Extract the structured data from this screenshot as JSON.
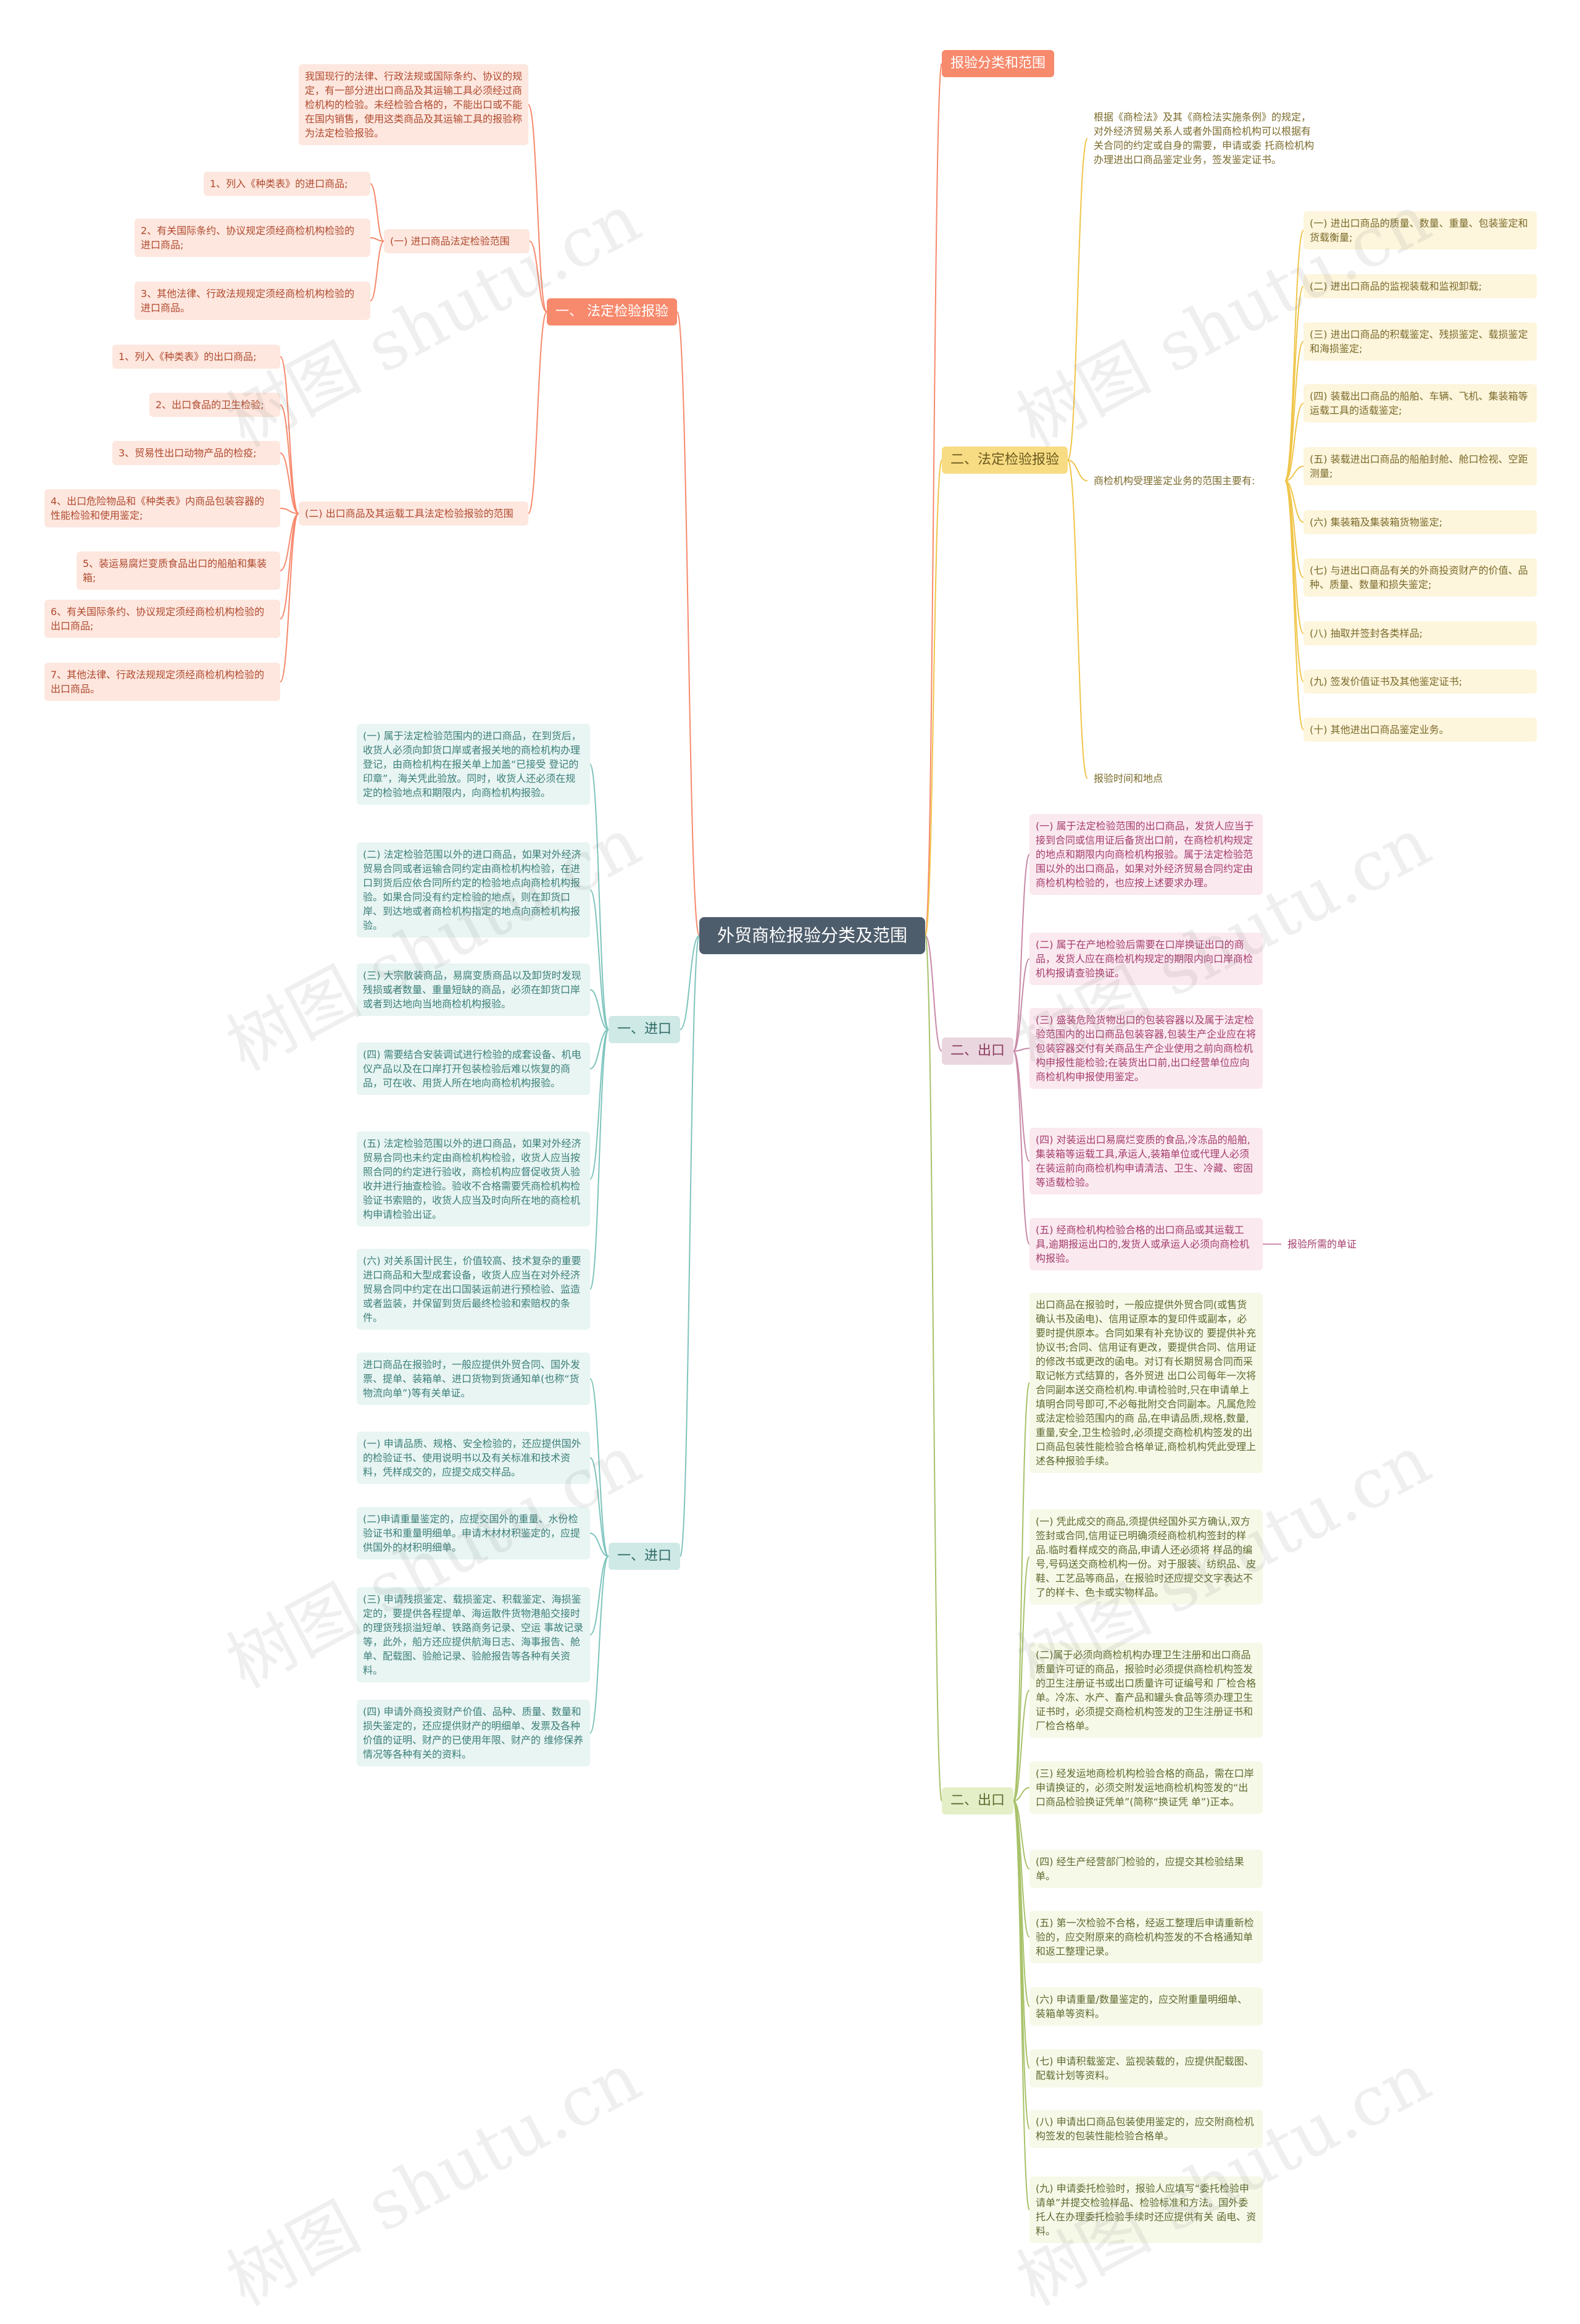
{
  "root": "外贸商检报验分类及范围",
  "watermark": "树图 shutu.cn",
  "colors": {
    "red": "#f7896c",
    "yellow": "#f0c54a",
    "pink": "#c98aa7",
    "green": "#a8c26a",
    "teal": "#7fc4bd"
  },
  "left": {
    "legal_inspection": {
      "label": "一、 法定检验报验",
      "intro": "我国现行的法律、行政法规或国际条约、协议的规定，有一部分进出口商品及其运输工具必须经过商检机构的检验。未经检验合格的，不能出口或不能在国内销售，使用这类商品及其运输工具的报验称为法定检验报验。",
      "import_group": {
        "label": "(一) 进口商品法定检验范围",
        "items": [
          "1、列入《种类表》的进口商品;",
          "2、有关国际条约、协议规定须经商检机构检验的进口商品;",
          "3、其他法律、行政法规规定须经商检机构检验的进口商品。"
        ]
      },
      "export_group": {
        "label": "(二) 出口商品及其运载工具法定检验报验的范围",
        "items": [
          "1、列入《种类表》的出口商品;",
          "2、出口食品的卫生检验;",
          "3、贸易性出口动物产品的检疫;",
          "4、出口危险物品和《种类表》内商品包装容器的性能检验和使用鉴定;",
          "5、装运易腐烂变质食品出口的船舶和集装箱;",
          "6、有关国际条约、协议规定须经商检机构检验的出口商品;",
          "7、其他法律、行政法规规定须经商检机构检验的出口商品。"
        ]
      }
    },
    "import1": {
      "label": "一、进口",
      "items": [
        "(一) 属于法定检验范围内的进口商品，在到货后，收货人必须向卸货口岸或者报关地的商检机构办理登记，由商检机构在报关单上加盖“已接受 登记的印章”，海关凭此验放。同时，收货人还必须在规定的检验地点和期限内，向商检机构报验。",
        "(二) 法定检验范围以外的进口商品，如果对外经济贸易合同或者运输合同约定由商检机构检验，在进口到货后应依合同所约定的检验地点向商检机构报验。如果合同没有约定检验的地点，则在卸货口岸、到达地或者商检机构指定的地点向商检机构报验。",
        "(三) 大宗散装商品，易腐变质商品以及卸货时发现残损或者数量、重量短缺的商品，必须在卸货口岸或者到达地向当地商检机构报验。",
        "(四) 需要结合安装调试进行检验的成套设备、机电仪产品以及在口岸打开包装检验后难以恢复的商品，可在收、用货人所在地向商检机构报验。",
        "(五) 法定检验范围以外的进口商品，如果对外经济贸易合同也未约定由商检机构检验，收货人应当按照合同的约定进行验收，商检机构应督促收货人验收并进行抽查检验。验收不合格需要凭商检机构检验证书索赔的，收货人应当及时向所在地的商检机构申请检验出证。",
        "(六) 对关系国计民生，价值较高、技术复杂的重要进口商品和大型成套设备，收货人应当在对外经济贸易合同中约定在出口国装运前进行预检验、监造或者监装，并保留到货后最终检验和索赔权的条件。"
      ]
    },
    "import2": {
      "label": "一、进口",
      "items": [
        "进口商品在报验时，一般应提供外贸合同、国外发票、提单、装箱单、进口货物到货通知单(也称“货物流向单”)等有关单证。",
        "(一) 申请品质、规格、安全检验的，还应提供国外的检验证书、使用说明书以及有关标准和技术资料，凭样成交的，应提交成交样品。",
        "(二)申请重量鉴定的，应提交国外的重量、水份检验证书和重量明细单。申请木材材积鉴定的，应提供国外的材积明细单。",
        "(三) 申请残损鉴定、载损鉴定、积载鉴定、海损鉴定的，要提供各程提单、海运散件货物港船交接时的理货残损溢短单、铁路商务记录、空运 事故记录等，此外，船方还应提供航海日志、海事报告、舱单、配载图、验舱记录、验舱报告等各种有关资料。",
        "(四) 申请外商投资财产价值、品种、质量、数量和损失鉴定的，还应提供财产的明细单、发票及各种价值的证明、财产的已使用年限、财产的 维修保养情况等各种有关的资料。"
      ]
    }
  },
  "right": {
    "scope": {
      "label": "报验分类和范围"
    },
    "legal2": {
      "label": "二、法定检验报验",
      "intro": "根据《商检法》及其《商检法实施条例》的规定，对外经济贸易关系人或者外国商检机构可以根据有关合同的约定或自身的需要，申请或委 托商检机构办理进出口商品鉴定业务，签发鉴定证书。",
      "scope_label": "商检机构受理鉴定业务的范围主要有:",
      "items": [
        "(一) 进出口商品的质量、数量、重量、包装鉴定和货载衡量;",
        "(二) 进出口商品的监视装载和监视卸载;",
        "(三) 进出口商品的积载鉴定、残损鉴定、载损鉴定和海损鉴定;",
        "(四) 装载出口商品的船舶、车辆、飞机、集装箱等运载工具的适载鉴定;",
        "(五) 装载进出口商品的船舶封舱、舱口检视、空距测量;",
        "(六) 集装箱及集装箱货物鉴定;",
        "(七) 与进出口商品有关的外商投资财产的价值、品种、质量、数量和损失鉴定;",
        "(八) 抽取并签封各类样品;",
        "(九) 签发价值证书及其他鉴定证书;",
        "(十) 其他进出口商品鉴定业务。"
      ],
      "time_place": "报验时间和地点"
    },
    "export1": {
      "label": "二、出口",
      "items": [
        "(一) 属于法定检验范围的出口商品，发货人应当于接到合同或信用证后备货出口前，在商检机构规定的地点和期限内向商检机构报验。属于法定检验范围以外的出口商品，如果对外经济贸易合同约定由商检机构检验的，也应按上述要求办理。",
        "(二) 属于在产地检验后需要在口岸换证出口的商品，发货人应在商检机构规定的期限内向口岸商检机构报请查验换证。",
        "(三) 盛装危险货物出口的包装容器以及属于法定检验范围内的出口商品包装容器,包装生产企业应在将包装容器交付有关商品生产企业使用之前向商检机构申报性能检验;在装货出口前,出口经营单位应向商检机构申报使用鉴定。",
        "(四) 对装运出口易腐烂变质的食品,冷冻品的船舶,集装箱等运载工具,承运人,装箱单位或代理人必须在装运前向商检机构申请清洁、卫生、冷藏、密固等适载检验。",
        "(五) 经商检机构检验合格的出口商品或其运载工具,逾期报运出口的,发货人或承运人必须向商检机构报验。"
      ],
      "docs_label": "报验所需的单证"
    },
    "export2": {
      "label": "二、出口",
      "items": [
        "出口商品在报验时，一般应提供外贸合同(或售货确认书及函电)、信用证原本的复印件或副本，必要时提供原本。合同如果有补充协议的 要提供补充协议书;合同、信用证有更改，要提供合同、信用证的修改书或更改的函电。对订有长期贸易合同而采取记帐方式结算的，各外贸进 出口公司每年一次将合同副本送交商检机构.申请检验时,只在申请单上填明合同号即可,不必每批附交合同副本。凡属危险或法定检验范围内的商 品,在申请品质,规格,数量,重量,安全,卫生检验时,必须提交商检机构签发的出口商品包装性能检验合格单证,商检机构凭此受理上述各种报验手续。",
        "(一) 凭此成交的商品,须提供经国外买方确认,双方签封或合同,信用证已明确须经商检机构签封的样品.临时看样成交的商品,申请人还必须将 样品的编号,号码送交商检机构一份。对于服装、纺织品、皮鞋、工艺品等商品，在报验时还应提交文字表达不了的样卡、色卡或实物样品。",
        "(二)属于必须向商检机构办理卫生注册和出口商品质量许可证的商品，报验时必须提供商检机构签发的卫生注册证书或出口质量许可证编号和 厂检合格单。冷冻、水产、畜产品和罐头食品等须办理卫生证书时，必须提交商检机构签发的卫生注册证书和厂检合格单。",
        "(三) 经发运地商检机构检验合格的商品，需在口岸申请换证的，必须交附发运地商检机构签发的“出口商品检验换证凭单”(简称“换证凭 单”)正本。",
        "(四) 经生产经营部门检验的，应提交其检验结果单。",
        "(五) 第一次检验不合格，经返工整理后申请重新检验的，应交附原来的商检机构签发的不合格通知单和返工整理记录。",
        "(六) 申请重量/数量鉴定的，应交附重量明细单、装箱单等资料。",
        "(七) 申请积载鉴定、监视装载的，应提供配载图、配载计划等资料。",
        "(八) 申请出口商品包装使用鉴定的，应交附商检机构签发的包装性能检验合格单。",
        "(九) 申请委托检验时，报验人应填写“委托检验申请单”并提交检验样品、检验标准和方法。国外委托人在办理委托检验手续时还应提供有关 函电、资料。"
      ]
    }
  }
}
